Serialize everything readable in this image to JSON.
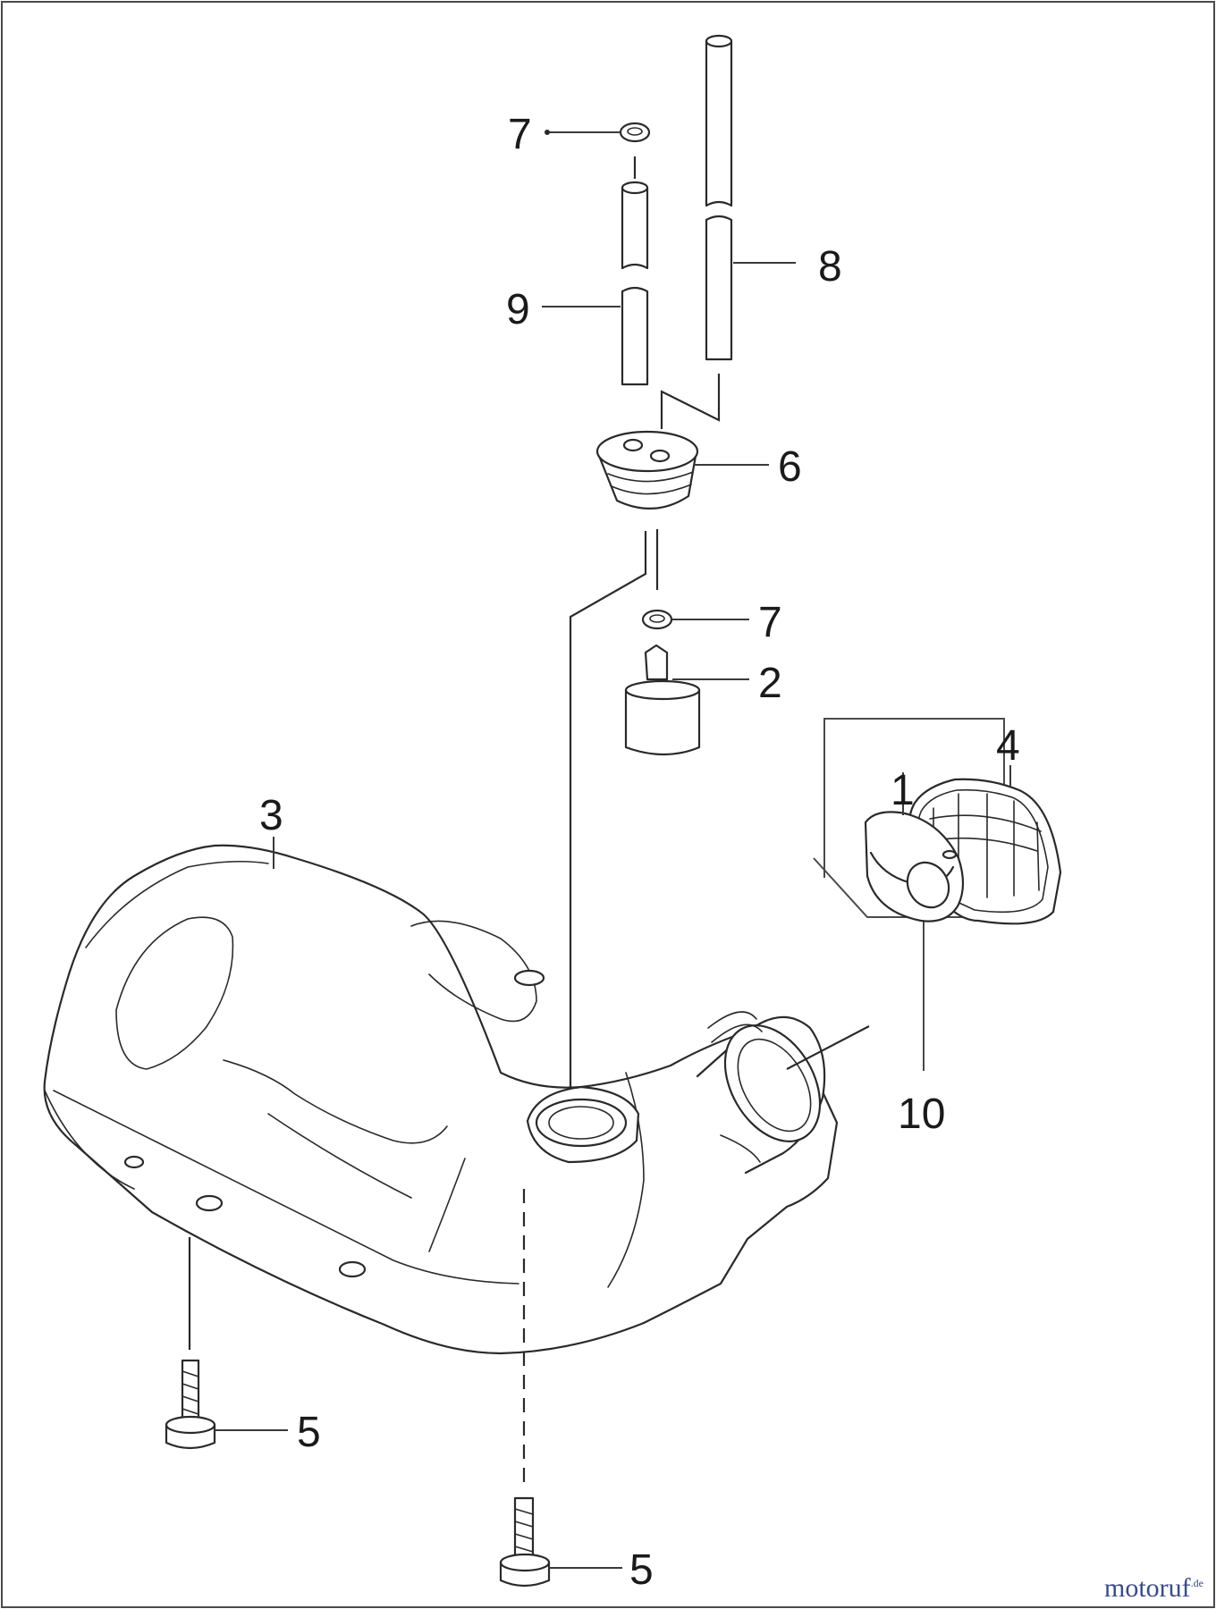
{
  "callouts": {
    "c1": "1",
    "c2": "2",
    "c3": "3",
    "c4": "4",
    "c5a": "5",
    "c5b": "5",
    "c6": "6",
    "c7a": "7",
    "c7b": "7",
    "c8": "8",
    "c9": "9",
    "c10": "10"
  },
  "watermark": {
    "main": "motoruf",
    "suffix": ".de"
  },
  "colors": {
    "line": "#2a2a2a",
    "watermark": "#3a4a8a"
  }
}
